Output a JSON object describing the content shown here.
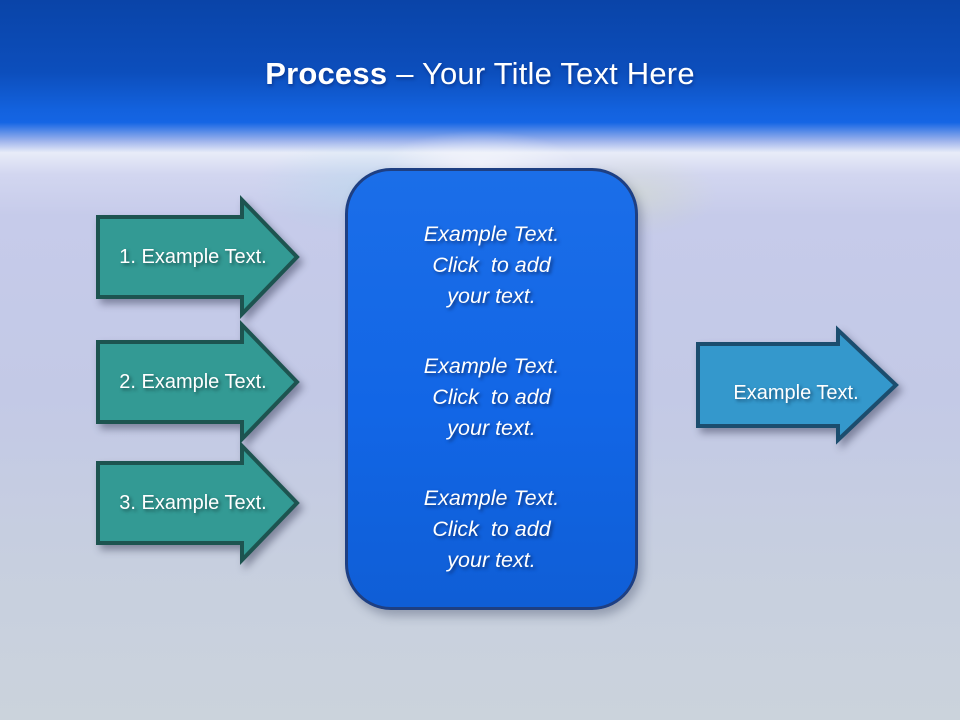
{
  "header": {
    "title_bold": "Process",
    "title_rest": "– Your Title Text Here"
  },
  "left_arrows": [
    {
      "label": "1. Example Text."
    },
    {
      "label": "2. Example Text."
    },
    {
      "label": "3. Example Text."
    }
  ],
  "center_box": {
    "paragraphs": [
      {
        "lines": [
          "Example Text.",
          "Click  to add",
          "your text."
        ]
      },
      {
        "lines": [
          "Example Text.",
          "Click  to add",
          "your text."
        ]
      },
      {
        "lines": [
          "Example Text.",
          "Click  to add",
          "your text."
        ]
      }
    ]
  },
  "right_arrow": {
    "label": "Example Text."
  },
  "colors": {
    "header-blue-dark": "#0a44a8",
    "header-blue-bright": "#1565e4",
    "bg-lavender": "#c6cbea",
    "bg-sand-gray": "#cbd3dc",
    "teal-fill": "#339a94",
    "teal-border": "#1d5450",
    "box-fill": "#1266e6",
    "box-border": "#1e3f82",
    "right-arrow-fill": "#3498cc",
    "right-arrow-border": "#1b4d6e",
    "text-white": "#ffffff"
  }
}
